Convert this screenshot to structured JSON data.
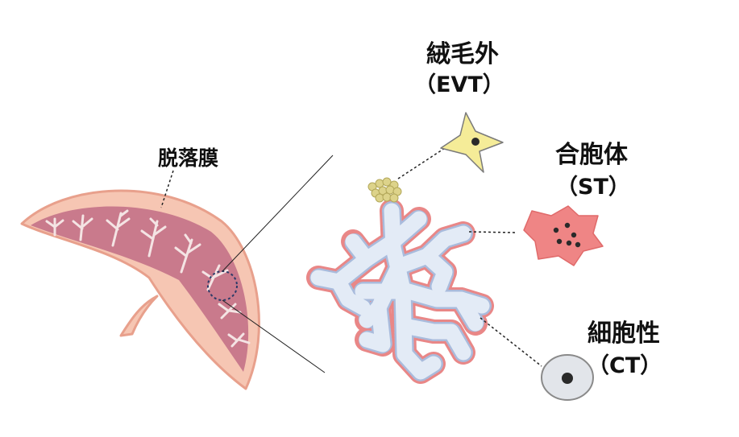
{
  "labels": {
    "decidua": "脱落膜",
    "evt": {
      "name": "絨毛外",
      "abbr": "（EVT）"
    },
    "st": {
      "name": "合胞体",
      "abbr": "（ST）"
    },
    "ct": {
      "name": "細胞性",
      "abbr": "（CT）"
    }
  },
  "colors": {
    "placenta_outer": "#f6c6b3",
    "placenta_outline": "#e8a08c",
    "villi_fill": "#c97a8c",
    "villi_tree": "#f4e4e4",
    "villus_core": "#e3ebf6",
    "villus_outline": "#e98787",
    "ct_dots": "#a9bbdc",
    "evt_cell": "#f5ec98",
    "evt_cluster": "#ddd38a",
    "st_cell": "#ef8585",
    "ct_cell": "#e2e5ea",
    "nucleus": "#2a2a2a"
  }
}
